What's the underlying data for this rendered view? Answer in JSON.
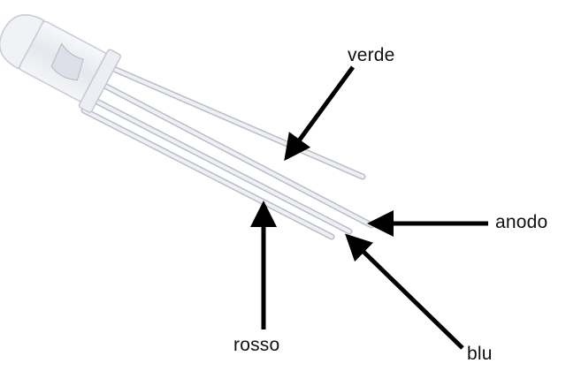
{
  "diagram": {
    "subject": "RGB LED (4 leads)",
    "labels": {
      "green": "verde",
      "anode": "anodo",
      "red": "rosso",
      "blue": "blu"
    },
    "colors": {
      "background": "#ffffff",
      "arrow": "#000000",
      "text": "#111111",
      "lead": "#dfe2ea",
      "lead_edge": "#b9bdc8",
      "body": "#eef0f4"
    }
  }
}
